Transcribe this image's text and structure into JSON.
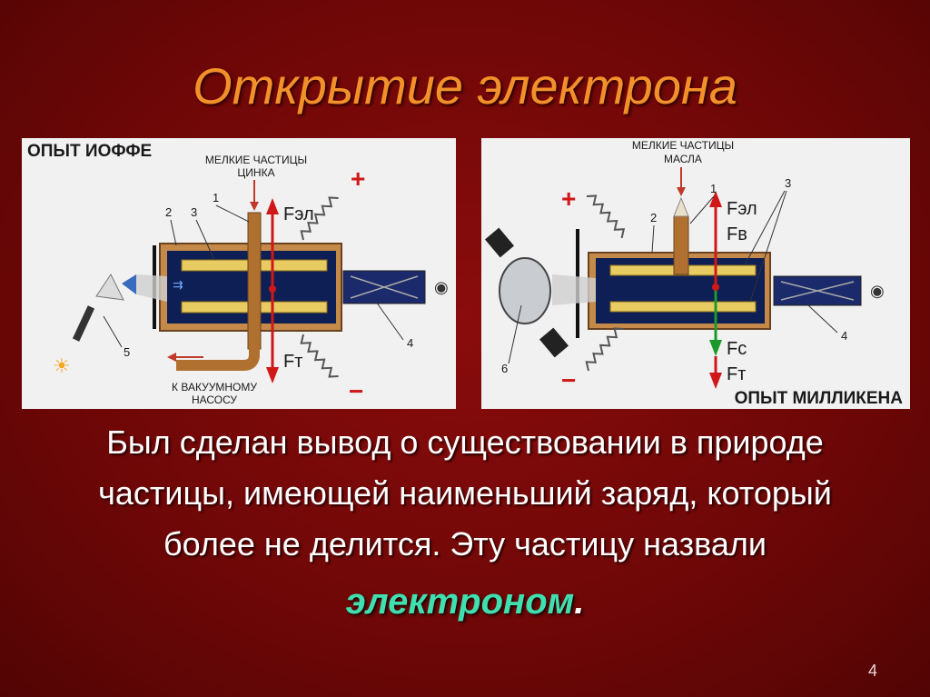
{
  "slide": {
    "title": "Открытие электрона",
    "caption_lines": [
      "Был сделан вывод о существовании в природе",
      "частицы, имеющей наименьший заряд, который",
      "более не делится.  Эту частицу назвали"
    ],
    "highlight_word": "электроном",
    "highlight_tail": ".",
    "highlight_color": "#3ee0b0",
    "slide_number": "4"
  },
  "left_panel": {
    "title": "ОПЫТ ИОФФЕ",
    "particles_label": [
      "МЕЛКИЕ ЧАСТИЦЫ",
      "ЦИНКА"
    ],
    "pump_label": [
      "К ВАКУУМНОМУ",
      "НАСОСУ"
    ],
    "force_el": "Fэл",
    "force_t": "Fт",
    "plus": "+",
    "minus": "−",
    "markers": [
      "1",
      "2",
      "3",
      "4",
      "5"
    ]
  },
  "right_panel": {
    "title": "ОПЫТ МИЛЛИКЕНА",
    "particles_label": [
      "МЕЛКИЕ ЧАСТИЦЫ",
      "МАСЛА"
    ],
    "force_el": "Fэл",
    "force_b": "Fв",
    "force_c": "Fс",
    "force_t": "Fт",
    "plus": "+",
    "minus": "−",
    "markers": [
      "1",
      "2",
      "3",
      "4",
      "6"
    ]
  }
}
